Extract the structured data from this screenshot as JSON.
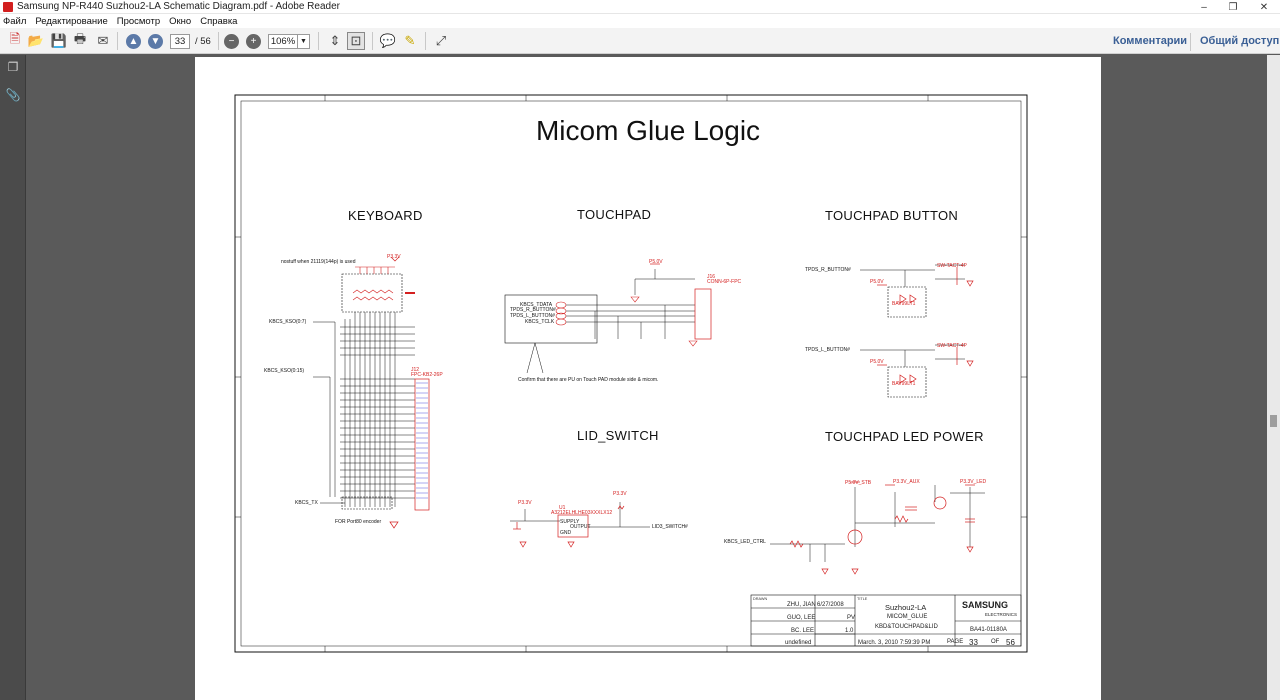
{
  "window": {
    "title": "Samsung NP-R440 Suzhou2-LA Schematic Diagram.pdf - Adobe Reader",
    "minimize": "–",
    "maximize": "❐",
    "close": "✕"
  },
  "menu": {
    "items": [
      "Файл",
      "Редактирование",
      "Просмотр",
      "Окно",
      "Справка"
    ]
  },
  "toolbar": {
    "page_current": "33",
    "page_total": "/ 56",
    "zoom": "106%",
    "comments": "Комментарии",
    "share": "Общий доступ"
  },
  "document": {
    "title": "Micom Glue Logic",
    "sections": {
      "keyboard": "KEYBOARD",
      "touchpad": "TOUCHPAD",
      "touchpad_button": "TOUCHPAD BUTTON",
      "lid_switch": "LID_SWITCH",
      "touchpad_led_power": "TOUCHPAD LED POWER"
    },
    "notes": {
      "nostuff": "nostuff when 21119(144p) is used",
      "kbcs_kso": "KBCS_KSO(0:7)",
      "kbcs_ksi": "KBCS_KSO(0:15)",
      "kbcs_tx": "KBCS_TX",
      "for_encoder": "FOR Port80 encoder",
      "touchpad_note": "Confirm that there are PU on Touch PAD module side & micom.",
      "kbcs_tdata": "KBCS_TDATA",
      "tpds_r_button": "TPDS_R_BUTTON#",
      "tpds_l_button": "TPDS_L_BUTTON#",
      "kbcs_tclk": "KBCS_TCLK",
      "lid3_switch": "LID3_SWITCH#",
      "kbcs_led_ctrl": "KBCS_LED_CTRL",
      "p3v": "P3.3V",
      "p5v": "P5.0V",
      "p5v_stb": "P5.0V_STB",
      "p3v_aux": "P3.3V_AUX",
      "p3v_led": "P3.3V_LED",
      "j12": "J12",
      "j12_part": "FPC-KB2-26P",
      "j16": "J16",
      "j16_part": "CONN-6P-FPC",
      "sw_tact": "SW-TACT-4P",
      "bav99": "BAV99LT1",
      "u1": "U1",
      "u1_part": "A3212ELHLHE03XXXLX12",
      "supply": "SUPPLY",
      "output": "OUTPUT",
      "gnd": "GND"
    },
    "title_block": {
      "drawn": "ZHU, JIAN",
      "date": "6/27/2008",
      "title_label": "TITLE",
      "checked": "GUO, LEE",
      "approved": "BC. LEE",
      "model_code": "undefined",
      "rev_stage": "PV",
      "rev": "1.0",
      "last_edit": "March. 3, 2010  7:59:39 PM",
      "project": "Suzhou2-LA",
      "sheet_name": "MICOM_GLUE",
      "sheet_sub": "KBD&TOUCHPAD&LID",
      "company": "SAMSUNG",
      "division": "ELECTRONICS",
      "part_no": "BA41-01180A",
      "page_label": "PAGE",
      "page": "33",
      "of_label": "OF",
      "of": "56"
    }
  }
}
